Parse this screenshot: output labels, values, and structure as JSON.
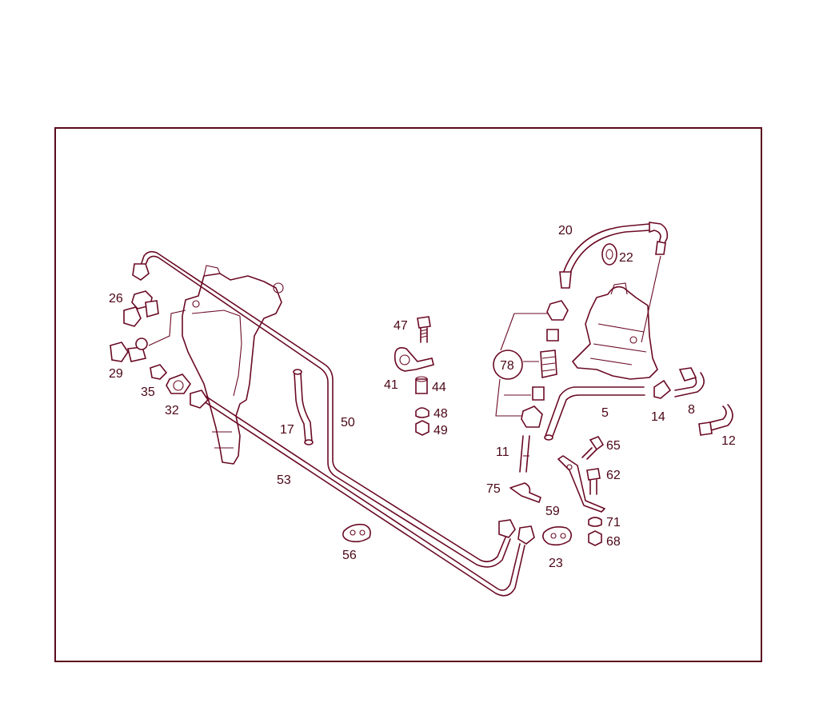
{
  "diagram": {
    "accent_color": "#6a0a24",
    "labels": {
      "p20": "20",
      "p22": "22",
      "p26": "26",
      "p29": "29",
      "p35": "35",
      "p32": "32",
      "p47": "47",
      "p41": "41",
      "p44": "44",
      "p48": "48",
      "p49": "49",
      "p17": "17",
      "p50": "50",
      "p53": "53",
      "p56": "56",
      "p78": "78",
      "p5": "5",
      "p14": "14",
      "p8": "8",
      "p12": "12",
      "p11": "11",
      "p65": "65",
      "p62": "62",
      "p75": "75",
      "p59": "59",
      "p71": "71",
      "p68": "68",
      "p23": "23"
    }
  }
}
